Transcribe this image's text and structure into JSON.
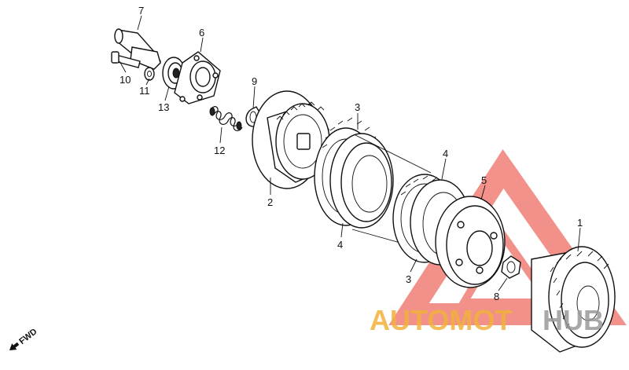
{
  "diagram": {
    "callouts": [
      {
        "id": "7",
        "text": "7"
      },
      {
        "id": "6",
        "text": "6"
      },
      {
        "id": "10",
        "text": "10"
      },
      {
        "id": "11",
        "text": "11"
      },
      {
        "id": "13",
        "text": "13"
      },
      {
        "id": "9",
        "text": "9"
      },
      {
        "id": "12",
        "text": "12"
      },
      {
        "id": "3a",
        "text": "3"
      },
      {
        "id": "2",
        "text": "2"
      },
      {
        "id": "4a",
        "text": "4"
      },
      {
        "id": "4b",
        "text": "4"
      },
      {
        "id": "5",
        "text": "5"
      },
      {
        "id": "1",
        "text": "1"
      },
      {
        "id": "3b",
        "text": "3"
      },
      {
        "id": "8",
        "text": "8"
      }
    ],
    "direction_label": "FWD"
  },
  "watermark": {
    "text_left": "AUTOMOT",
    "text_right": "HUB",
    "colors": {
      "triangle": "#e8392b",
      "text_left": "#f2b13c",
      "text_right": "#9a9a9a"
    }
  }
}
